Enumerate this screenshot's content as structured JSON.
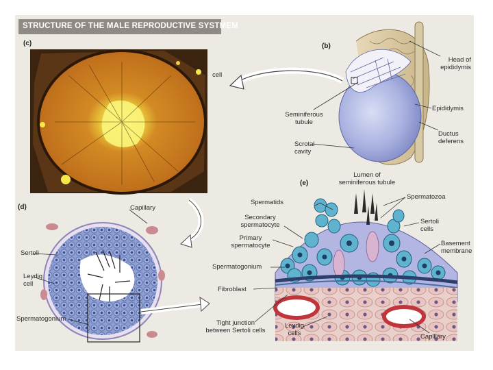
{
  "title": "STRUCTURE OF THE MALE REPRODUCTIVE SYSTMEM",
  "panels": {
    "c": "(c)",
    "b": "(b)",
    "d": "(d)",
    "e": "(e)"
  },
  "panel_c": {
    "cell_label": "cell"
  },
  "panel_b": {
    "labels": {
      "head_of_epididymis": [
        "Head of",
        "epididymis"
      ],
      "seminiferous_tubule": [
        "Seminiferous",
        "tubule"
      ],
      "epididymis": "Epididymis",
      "ductus_deferens": [
        "Ductus",
        "deferens"
      ],
      "scrotal_cavity": [
        "Scrotal",
        "cavity"
      ]
    }
  },
  "panel_d": {
    "labels": {
      "capillary": "Capillary",
      "sertoli": "Sertoli",
      "leydig_cell": [
        "Leydig",
        "cell"
      ],
      "spermatogonium": "Spermatogonium"
    }
  },
  "panel_e": {
    "labels": {
      "lumen": [
        "Lumen of",
        "seminiferous tubule"
      ],
      "spermatids": "Spermatids",
      "spermatozoa": "Spermatozoa",
      "secondary_spermatocyte": [
        "Secondary",
        "spermatocyte"
      ],
      "primary_spermatocyte": [
        "Primary",
        "spermatocyte"
      ],
      "sertoli_cells": [
        "Sertoli",
        "cells"
      ],
      "spermatogonium": "Spermatogonium",
      "basement_membrane": [
        "Basement",
        "membrane"
      ],
      "fibroblast": "Fibroblast",
      "tight_junction": [
        "Tight junction",
        "between Sertoli cells"
      ],
      "leydig_cells": [
        "Leydig",
        "cells"
      ],
      "capillary": "Capillary"
    }
  },
  "colors": {
    "title_bar": "#8f8a86",
    "slide_bg": "#eceae3",
    "micrograph_dark": "#3a2410",
    "micrograph_orange": "#c9781e",
    "lumen_yellow": "#f4ee5a",
    "testis_blue": "#a9b1e0",
    "tubule_cell": "#7f92c9",
    "cell_blue": "#4fa3c2",
    "capillary_red": "#c0353b"
  }
}
